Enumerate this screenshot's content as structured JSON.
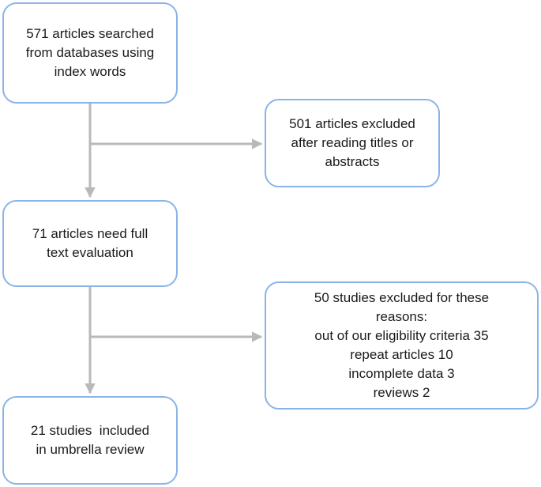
{
  "flowchart": {
    "colors": {
      "box_border": "#8ab4e8",
      "connector": "#b9b9b9",
      "text": "#1a1a1a"
    },
    "boxes": {
      "searched": {
        "lines": [
          "571 articles searched",
          "from databases using",
          "index words"
        ]
      },
      "excluded_titles": {
        "lines": [
          "501 articles excluded",
          "after reading titles or",
          "abstracts"
        ]
      },
      "full_text": {
        "lines": [
          "71 articles need full",
          "text evaluation"
        ]
      },
      "excluded_reasons": {
        "lines": [
          "50 studies excluded for these",
          "reasons:",
          "out of our eligibility criteria 35",
          "repeat articles 10",
          "incomplete data 3",
          "reviews 2"
        ]
      },
      "included": {
        "lines": [
          "21 studies  included",
          "in umbrella review"
        ]
      }
    }
  }
}
